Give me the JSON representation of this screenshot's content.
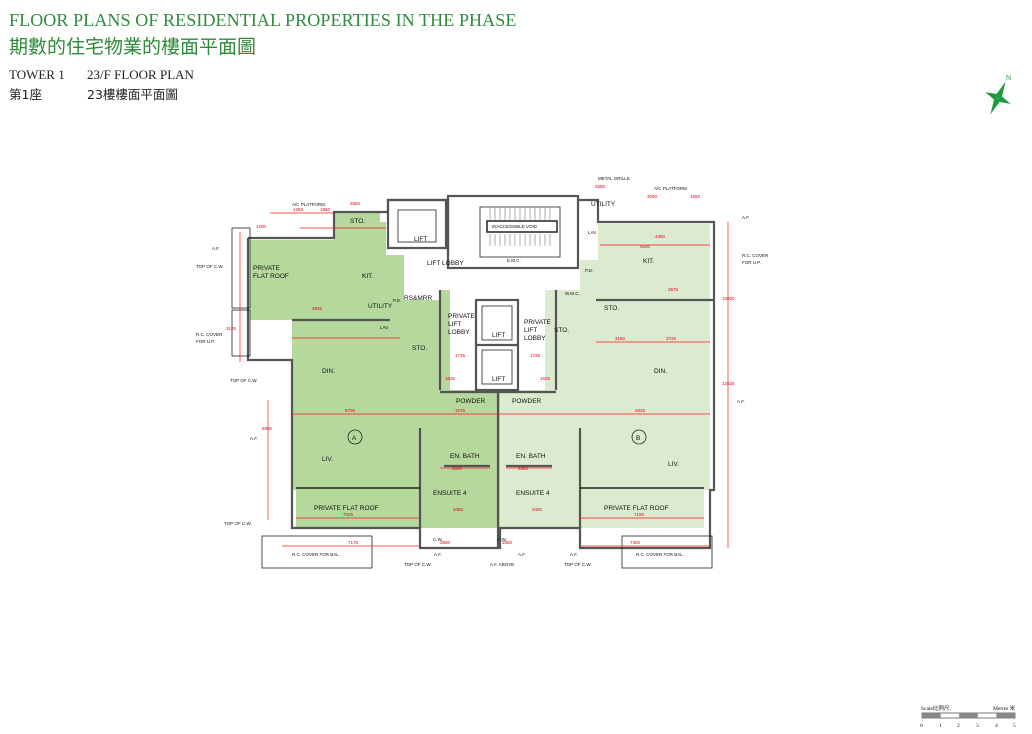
{
  "header": {
    "title_en": "FLOOR PLANS OF RESIDENTIAL PROPERTIES IN THE PHASE",
    "title_zh": "期數的住宅物業的樓面平面圖",
    "tower_en": "TOWER 1",
    "plan_en": "23/F FLOOR PLAN",
    "tower_zh": "第1座",
    "plan_zh": "23樓樓面平面圖"
  },
  "compass": {
    "north_label": "N",
    "color": "#1e9a3a"
  },
  "colors": {
    "unit_a": "#b5d89c",
    "unit_b": "#dcebcf",
    "dimension": "#ff1a1a",
    "title": "#2e8b3a"
  },
  "plan": {
    "unit_a_label": "A",
    "unit_b_label": "B",
    "rooms": {
      "sto_a_top": "STO.",
      "lift_top": "LIFT",
      "inaccessible_void": "INACCESSIBLE VOID",
      "utility_b": "UTILITY",
      "lav": "LAV.",
      "emc": "E.M.C.",
      "lift_lobby": "LIFT LOBBY",
      "kit_a": "KIT.",
      "kit_b": "KIT.",
      "private_flat_roof_side_1": "PRIVATE",
      "private_flat_roof_side_2": "FLAT ROOF",
      "utility_a": "UTILITY",
      "pd_a": "P.D.",
      "pd_b": "P.D.",
      "rsmrr": "RS&MRR",
      "lav_a": "LAV.",
      "private_lift_lobby_a": [
        "PRIVATE",
        "LIFT",
        "LOBBY"
      ],
      "private_lift_lobby_b": [
        "PRIVATE",
        "LIFT",
        "LOBBY"
      ],
      "lift_1": "LIFT",
      "lift_2": "LIFT",
      "wmc": "W.M.C.",
      "sto_b": "STO.",
      "sto_a_mid": "STO.",
      "sto_b_mid": "STO.",
      "din_a": "DIN.",
      "din_b": "DIN.",
      "powder_a": "POWDER",
      "powder_b": "POWDER",
      "liv_a": "LIV.",
      "liv_b": "LIV.",
      "en_bath_a": "EN. BATH",
      "en_bath_b": "EN. BATH",
      "ensuite_a": "ENSUITE 4",
      "ensuite_b": "ENSUITE 4",
      "private_flat_roof_a": "PRIVATE FLAT ROOF",
      "private_flat_roof_b": "PRIVATE FLAT ROOF"
    },
    "annotations": {
      "ac_platform_a": "A/C PLATFORM",
      "metal_grille": "METAL GRILLE",
      "ac_platform_b": "A/C PLATFORM",
      "af_left_top": "A.F.",
      "top_cw_left_1": "TOP OF C.W.",
      "rc_cover_up_left_1": "R.C. COVER",
      "rc_cover_up_left_2": "FOR U.P.",
      "top_cw_left_2": "TOP OF C.W.",
      "af_left_mid": "A.F.",
      "top_cw_left_3": "TOP OF C.W.",
      "af_right_top": "A.F.",
      "rc_cover_up_right_1": "R.C. COVER",
      "rc_cover_up_right_2": "FOR U.P.",
      "af_right_mid": "A.F.",
      "cw_a": "C.W.",
      "cw_b": "C.W.",
      "rc_cover_bal_a": "R.C. COVER FOR BAL.",
      "rc_cover_bal_b": "R.C. COVER FOR BAL.",
      "top_cw_bottom_1": "TOP OF C.W.",
      "af_above": "A.F. ABOVE",
      "top_cw_bottom_2": "TOP OF C.W.",
      "af_bottom_1": "A.F.",
      "af_bottom_2": "A.F.",
      "af_bottom_3": "A.F."
    },
    "dimensions": [
      "2650",
      "1250",
      "1850",
      "2550",
      "3000",
      "1550",
      "1200",
      "3825",
      "4350",
      "6500",
      "3575",
      "3725",
      "3150",
      "6700",
      "4825",
      "1575",
      "3450",
      "3450",
      "7025",
      "7150",
      "7175",
      "7300",
      "3850",
      "3850",
      "2550",
      "2550",
      "1625",
      "1625",
      "1725",
      "1725",
      "10000",
      "12825",
      "3125",
      "6800"
    ]
  },
  "scale": {
    "label_zh": "Scale比例尺:",
    "unit": "Metres 米",
    "ticks": [
      "0",
      "1",
      "2",
      "3",
      "4",
      "5"
    ]
  }
}
